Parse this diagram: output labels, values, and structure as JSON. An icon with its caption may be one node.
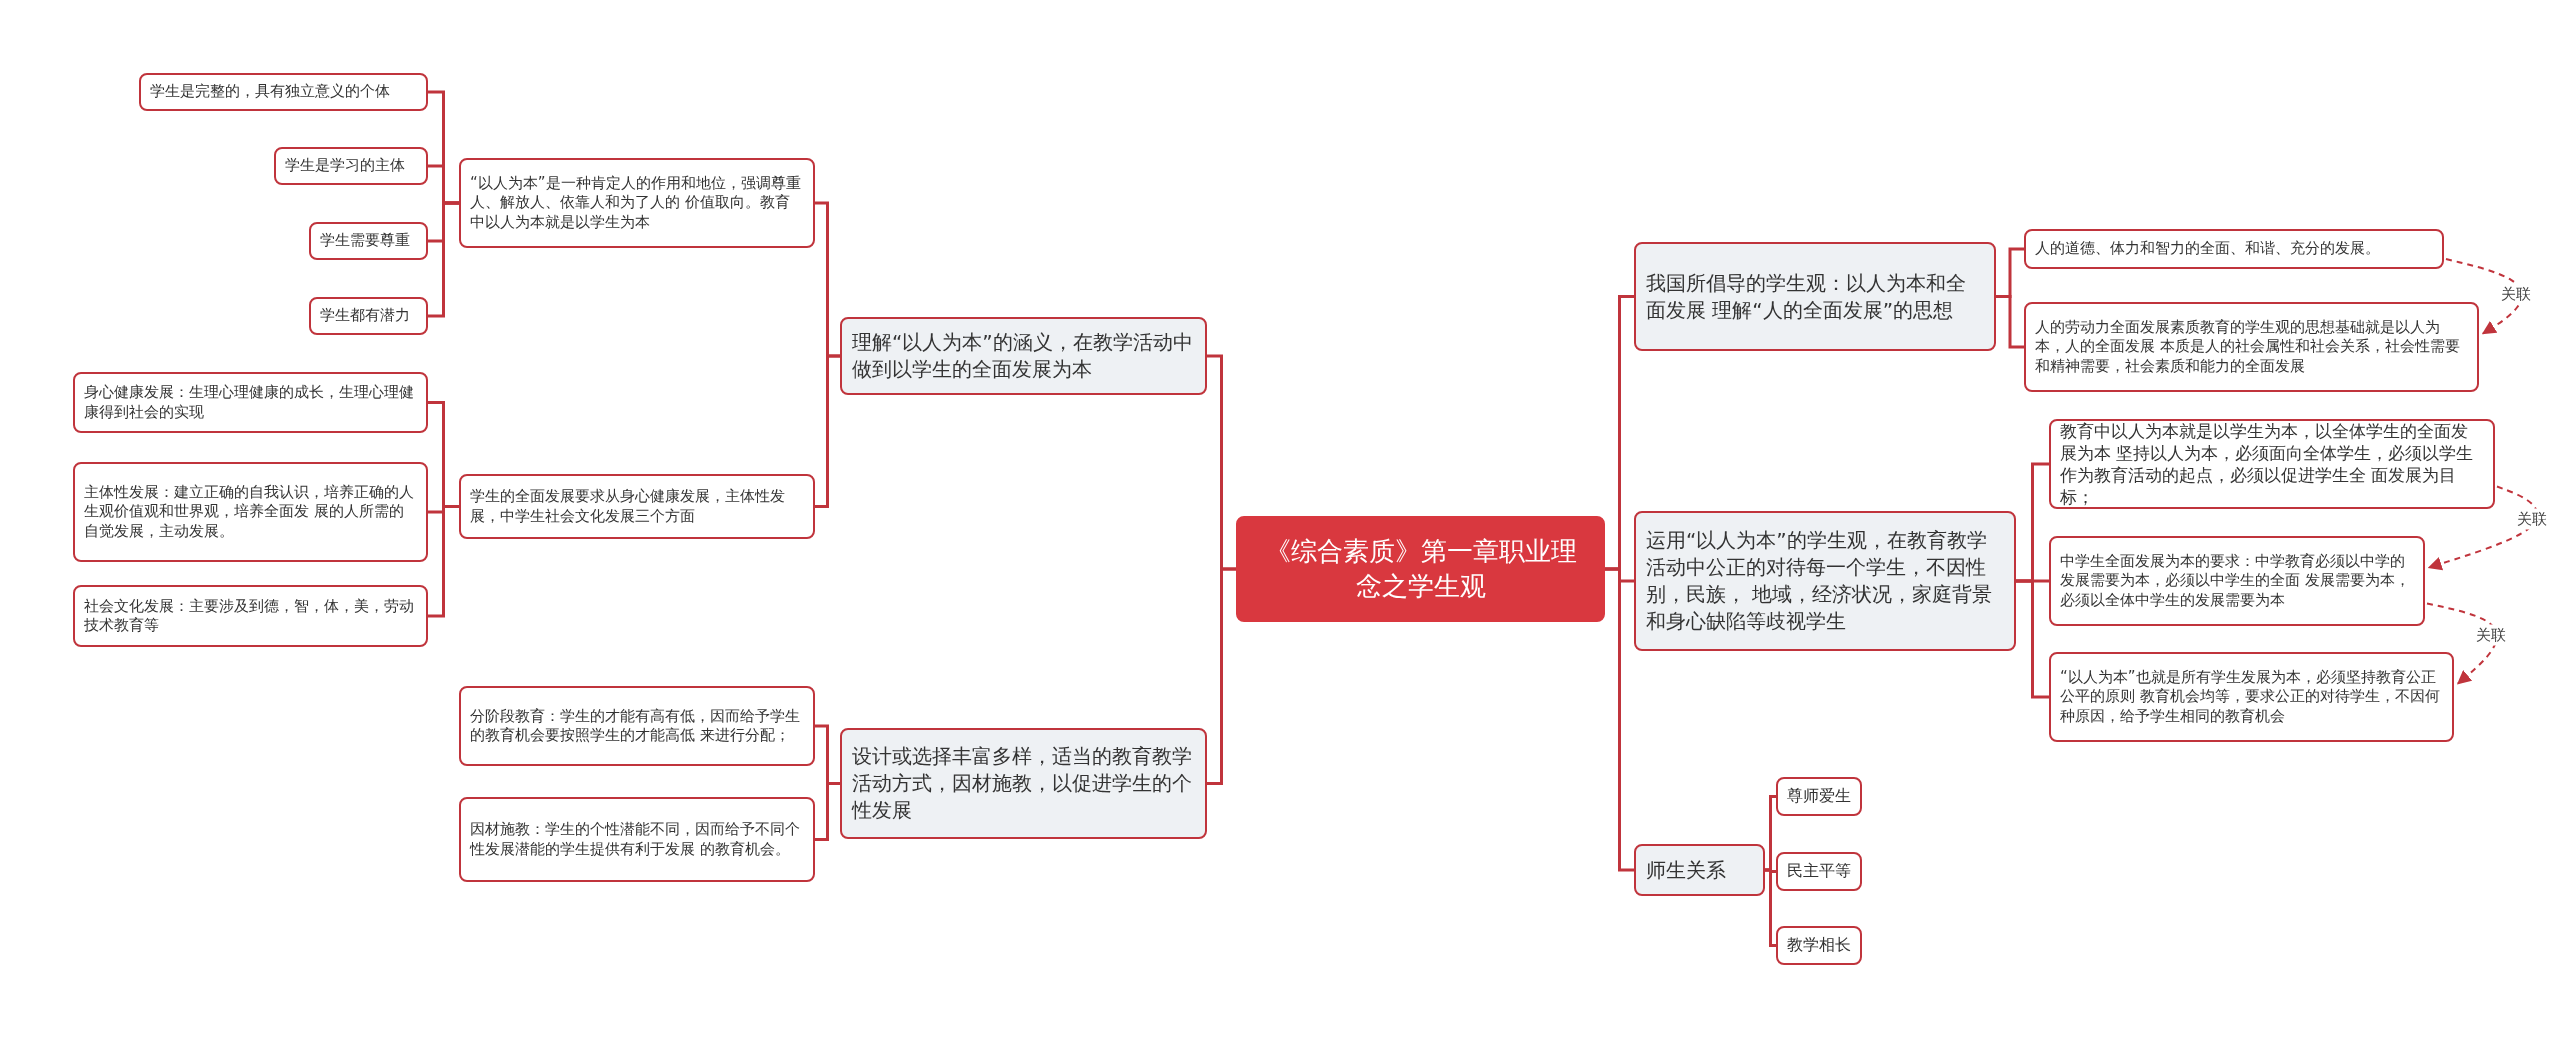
{
  "diagram": {
    "nodes": [
      {
        "text": [
          "《综合素质》第一章职业理念之学生观"
        ]
      },
      {
        "text": [
          "理解“以人为本”的涵义，在教学活动中做到以学生的全面发展为本"
        ]
      },
      {
        "text": [
          "“以人为本”是一种肯定人的作用和地位，强调尊重人、解放人、依靠人和为了人的 价值取向。教育中以人为本就是以学生为本"
        ]
      },
      {
        "text": [
          "学生是完整的，具有独立意义的个体"
        ]
      },
      {
        "text": [
          "学生是学习的主体"
        ]
      },
      {
        "text": [
          "学生需要尊重"
        ]
      },
      {
        "text": [
          "学生都有潜力"
        ]
      },
      {
        "text": [
          "学生的全面发展要求从身心健康发展，主体性发展，中学生社会文化发展三个方面"
        ]
      },
      {
        "text": [
          "身心健康发展：生理心理健康的成长，生理心理健康得到社会的实现"
        ]
      },
      {
        "text": [
          "主体性发展：建立正确的自我认识，培养正确的人生观价值观和世界观，培养全面发 展的人所需的自觉发展，主动发展。"
        ]
      },
      {
        "text": [
          "社会文化发展：主要涉及到德，智，体，美，劳动技术教育等"
        ]
      },
      {
        "text": [
          "设计或选择丰富多样，适当的教育教学活动方式，因材施教，以促进学生的个性发展"
        ]
      },
      {
        "text": [
          "分阶段教育：学生的才能有高有低，因而给予学生的教育机会要按照学生的才能高低 来进行分配；"
        ]
      },
      {
        "text": [
          "因材施教：学生的个性潜能不同，因而给予不同个性发展潜能的学生提供有利于发展 的教育机会。"
        ]
      },
      {
        "text": [
          "我国所倡导的学生观：以人为本和全面发展 理解“人的全面发展”的思想"
        ]
      },
      {
        "text": [
          "人的道德、体力和智力的全面、和谐、充分的发展。"
        ]
      },
      {
        "text": [
          "人的劳动力全面发展素质教育的学生观的思想基础就是以人为本，人的全面发展 本质是人的社会属性和社会关系，社会性需要和精神需要，社会素质和能力的全面发展"
        ]
      },
      {
        "text": [
          "运用“以人为本”的学生观，在教育教学活动中公正的对待每一个学生，不因性别，民族， 地域，经济状况，家庭背景和身心缺陷等歧视学生"
        ]
      },
      {
        "text": [
          "教育中以人为本就是以学生为本，以全体学生的全面发展为本 坚持以人为本，必须面向全体学生，必须以学生作为教育活动的起点，必须以促进学生全 面发展为目标；"
        ]
      },
      {
        "text": [
          "中学生全面发展为本的要求：中学教育必须以中学的发展需要为本，必须以中学生的全面 发展需要为本，必须以全体中学生的发展需要为本"
        ]
      },
      {
        "text": [
          "“以人为本”也就是所有学生发展为本，必须坚持教育公正公平的原则 教育机会均等，要求公正的对待学生，不因何种原因，给予学生相同的教育机会"
        ]
      },
      {
        "text": [
          "师生关系"
        ]
      },
      {
        "text": [
          "尊师爱生"
        ]
      },
      {
        "text": [
          "民主平等"
        ]
      },
      {
        "text": [
          "教学相长"
        ]
      }
    ],
    "edges": [
      {
        "from": 0,
        "to": 1,
        "arrow": "none"
      },
      {
        "from": 1,
        "to": 2,
        "arrow": "none"
      },
      {
        "from": 2,
        "to": 3,
        "arrow": "none"
      },
      {
        "from": 2,
        "to": 4,
        "arrow": "none"
      },
      {
        "from": 2,
        "to": 5,
        "arrow": "none"
      },
      {
        "from": 2,
        "to": 6,
        "arrow": "none"
      },
      {
        "from": 1,
        "to": 7,
        "arrow": "none"
      },
      {
        "from": 7,
        "to": 8,
        "arrow": "none"
      },
      {
        "from": 7,
        "to": 9,
        "arrow": "none"
      },
      {
        "from": 7,
        "to": 10,
        "arrow": "none"
      },
      {
        "from": 0,
        "to": 11,
        "arrow": "none"
      },
      {
        "from": 11,
        "to": 12,
        "arrow": "none"
      },
      {
        "from": 11,
        "to": 13,
        "arrow": "none"
      },
      {
        "from": 0,
        "to": 14,
        "arrow": "none"
      },
      {
        "from": 14,
        "to": 15,
        "arrow": "none"
      },
      {
        "from": 14,
        "to": 16,
        "arrow": "none"
      },
      {
        "from": 0,
        "to": 17,
        "arrow": "none"
      },
      {
        "from": 17,
        "to": 18,
        "arrow": "none"
      },
      {
        "from": 17,
        "to": 19,
        "arrow": "none"
      },
      {
        "from": 17,
        "to": 20,
        "arrow": "none"
      },
      {
        "from": 0,
        "to": 21,
        "arrow": "none"
      },
      {
        "from": 21,
        "to": 22,
        "arrow": "none"
      },
      {
        "from": 21,
        "to": 23,
        "arrow": "none"
      },
      {
        "from": 21,
        "to": 24,
        "arrow": "none"
      },
      {
        "from": 15,
        "to": 16,
        "arrow": "to",
        "label": "关联",
        "style": "dashed"
      },
      {
        "from": 18,
        "to": 19,
        "arrow": "to",
        "label": "关联",
        "style": "dashed"
      },
      {
        "from": 19,
        "to": 20,
        "arrow": "to",
        "label": "关联",
        "style": "dashed"
      }
    ]
  }
}
